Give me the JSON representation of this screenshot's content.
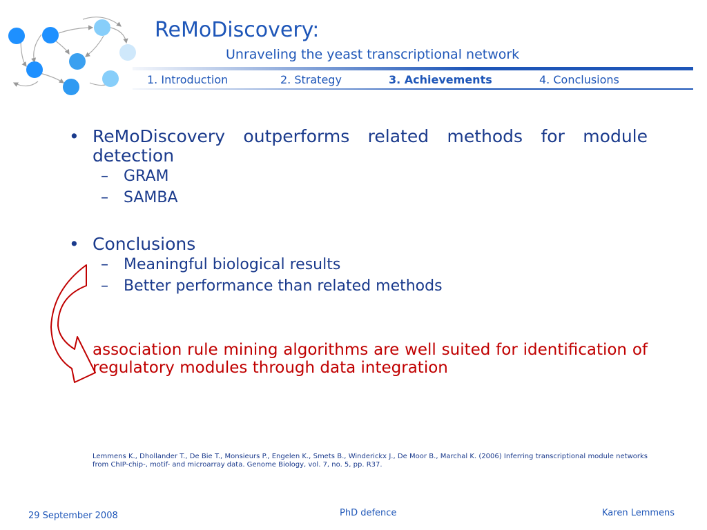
{
  "header": {
    "title": "ReMoDiscovery:",
    "subtitle": "Unraveling the yeast transcriptional network"
  },
  "nav": [
    {
      "label": "1. Introduction",
      "active": false
    },
    {
      "label": "2. Strategy",
      "active": false
    },
    {
      "label": "3. Achievements",
      "active": true
    },
    {
      "label": "4. Conclusions",
      "active": false
    }
  ],
  "content": {
    "bullet1": {
      "text": "ReMoDiscovery outperforms related methods for module detection",
      "subitems": [
        "GRAM",
        "SAMBA"
      ]
    },
    "bullet2": {
      "text": "Conclusions",
      "subitems": [
        "Meaningful biological results",
        "Better performance than related methods"
      ]
    },
    "highlight": "association rule mining algorithms are well suited for identification of regulatory modules through data integration",
    "reference": "Lemmens K., Dhollander T., De Bie T., Monsieurs P., Engelen K., Smets B., Winderickx J., De Moor B., Marchal K. (2006) Inferring transcriptional module networks from ChIP-chip-, motif- and microarray data. Genome Biology, vol. 7, no. 5, pp. R37."
  },
  "footer": {
    "date": "29 September 2008",
    "center": "PhD defence",
    "author": "Karen Lemmens"
  },
  "colors": {
    "accent": "#1e56b8",
    "text": "#1a3a8c",
    "highlight": "#c00000"
  },
  "icons": {
    "logo": "network-graph-icon",
    "arrow": "curved-arrow-icon"
  }
}
